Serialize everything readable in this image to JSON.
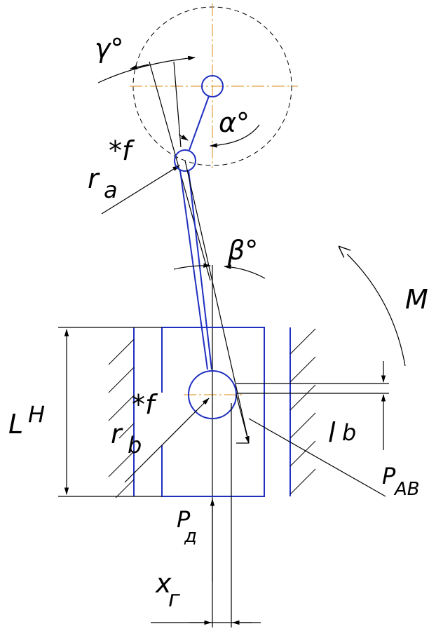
{
  "labels": {
    "gamma": "γ°",
    "alpha": "α°",
    "ra_main": "r",
    "ra_sub": "a",
    "ra_mult": "*f",
    "beta": "β°",
    "moment": "M",
    "lh_main": "L",
    "lh_sub": "H",
    "rb_main": "r",
    "rb_sub": "b",
    "rb_mult": "*f",
    "lb_main": "l",
    "lb_sub": "b",
    "pab_main": "P",
    "pab_sub": "AB",
    "pd_main": "P",
    "pd_sub": "д",
    "xr_main": "x",
    "xr_sub": "г"
  },
  "colors": {
    "mechanism": "#1f2fbf",
    "centerline": "#e0a040",
    "lines": "#000000"
  }
}
